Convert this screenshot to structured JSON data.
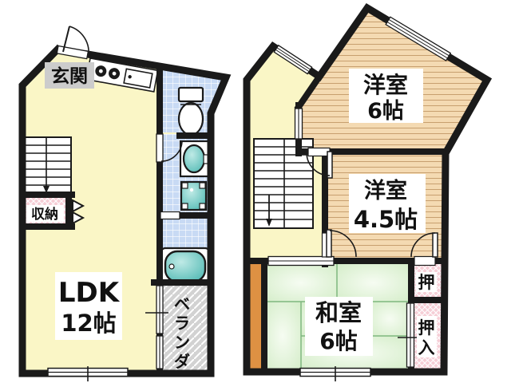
{
  "colors": {
    "wall": "#1a1a1a",
    "floor_yellow": "#FAF6C6",
    "wood_floor_tan": "#F4DAB2",
    "tatami_green": "#DFF2D4",
    "tile_blue": "#C8DAF4",
    "closet_pink": "#F6CED6",
    "veranda_gray": "#D2D2D2",
    "fixture_teal": "#72CCC6",
    "genkan_label_bg": "#CCCCCC",
    "wood_strip_orange": "#DE9143"
  },
  "floor1": {
    "labels": {
      "genkan": "玄関",
      "ldk": "LDK",
      "ldk_size": "12帖",
      "storage": "収納",
      "veranda_chars": [
        "ベ",
        "ラ",
        "ン",
        "ダ"
      ]
    }
  },
  "floor2": {
    "labels": {
      "western6": "洋室",
      "western6_size": "6帖",
      "western45": "洋室",
      "western45_size": "4.5帖",
      "japanese": "和室",
      "japanese_size": "6帖",
      "closet_upper": "押",
      "oshiire_chars": [
        "押",
        "入"
      ]
    }
  }
}
